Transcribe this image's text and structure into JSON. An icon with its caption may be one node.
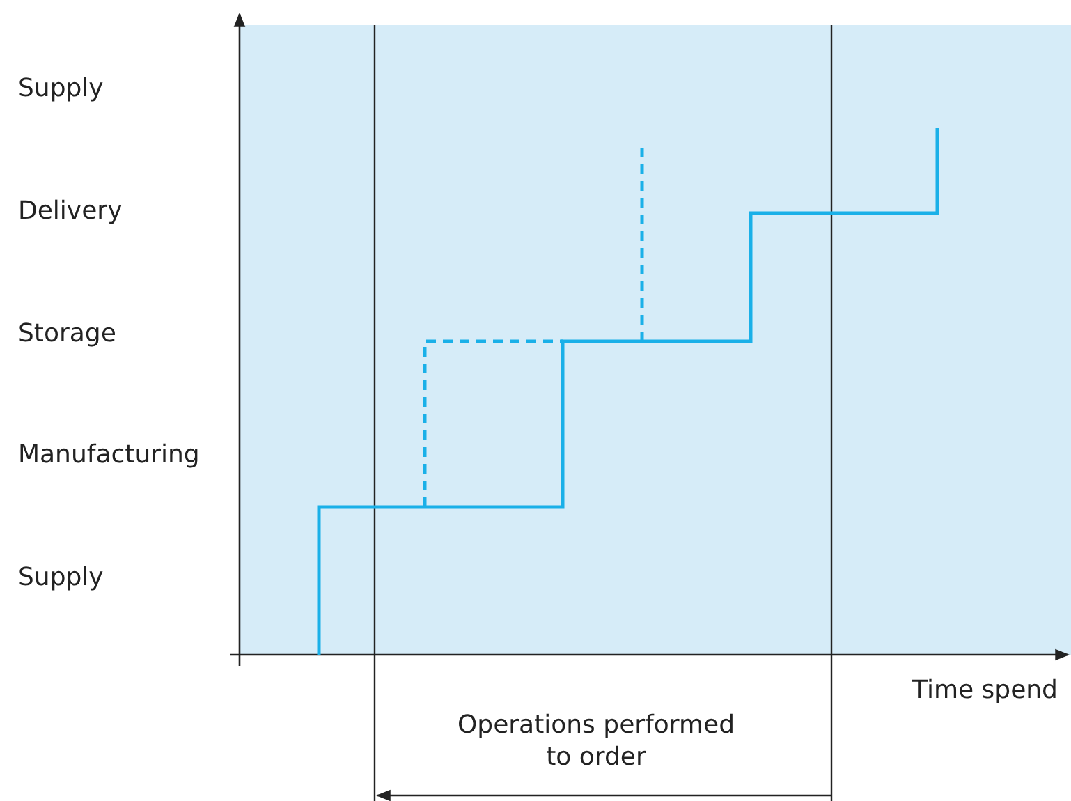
{
  "diagram": {
    "labels": [
      "Supply",
      "Delivery",
      "Storage",
      "Manufacturing",
      "Supply",
      "Time spend",
      "Operations performed to order"
    ]
  }
}
